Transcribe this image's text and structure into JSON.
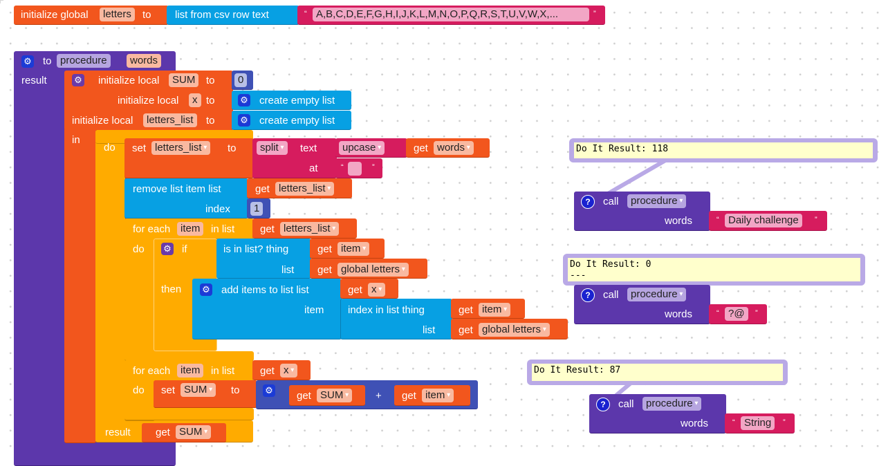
{
  "global_var": {
    "label": "initialize global",
    "name": "letters",
    "to": "to",
    "csv_label": "list from csv row  text",
    "open_quote": "“",
    "close_quote": "”",
    "value": "A,B,C,D,E,F,G,H,I,J,K,L,M,N,O,P,Q,R,S,T,U,V,W,X,..."
  },
  "procedure": {
    "to": "to",
    "name": "procedure",
    "param": "words",
    "result": "result",
    "local_label": "initialize local",
    "local_to": "to",
    "sum": "SUM",
    "sum_init": "0",
    "x": "x",
    "letters_list": "letters_list",
    "create_empty": "create empty list",
    "in": "in",
    "do": "do",
    "set": "set",
    "split": "split",
    "text": "text",
    "upcase": "upcase",
    "get": "get",
    "words": "words",
    "at": "at",
    "split_sep": "",
    "remove_label": "remove list item  list",
    "index": "index",
    "index_value": "1",
    "for_each": "for each",
    "item": "item",
    "in_list": "in list",
    "if": "if",
    "then": "then",
    "is_in_list": "is in list? thing",
    "list": "list",
    "global_letters": "global letters",
    "add_items": "add items to list   list",
    "item_label": "item",
    "index_in_list": "index in list  thing",
    "plus": "+"
  },
  "calls": [
    {
      "result": "Do It Result: 118",
      "call": "call",
      "name": "procedure",
      "arg_label": "words",
      "arg": "Daily challenge"
    },
    {
      "result": "Do It Result: 0\n---",
      "call": "call",
      "name": "procedure",
      "arg_label": "words",
      "arg": "?@"
    },
    {
      "result": "Do It Result: 87",
      "call": "call",
      "name": "procedure",
      "arg_label": "words",
      "arg": "String"
    }
  ],
  "colors": {
    "variables": "#f2561d",
    "lists": "#07a0e3",
    "text": "#d61c5e",
    "procedures": "#5c37ab",
    "control": "#ffab00",
    "math": "#3f51b5"
  }
}
